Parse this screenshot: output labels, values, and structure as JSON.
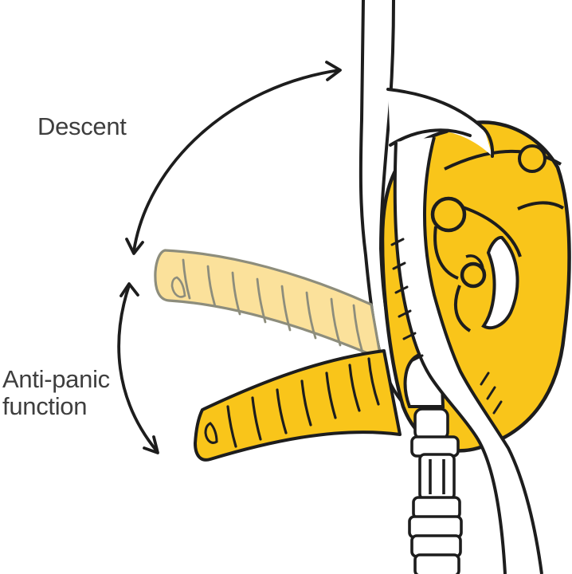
{
  "diagram": {
    "labels": {
      "descent": "Descent",
      "anti_panic_line1": "Anti-panic",
      "anti_panic_line2": "function"
    },
    "colors": {
      "device_yellow": "#F9C51A",
      "ghost_yellow": "#FBE19B",
      "ghost_outline": "#8D8D7C",
      "line_black": "#1D1D1D",
      "rope_white": "#FFFFFF",
      "label_text": "#3E3E3E"
    },
    "parts": [
      "anchor-rope",
      "descender-body",
      "control-handle-anti-panic-position",
      "control-handle-descent-position",
      "cam-mechanism",
      "locking-carabiner",
      "descent-range-arrow",
      "anti-panic-range-arrow"
    ]
  }
}
